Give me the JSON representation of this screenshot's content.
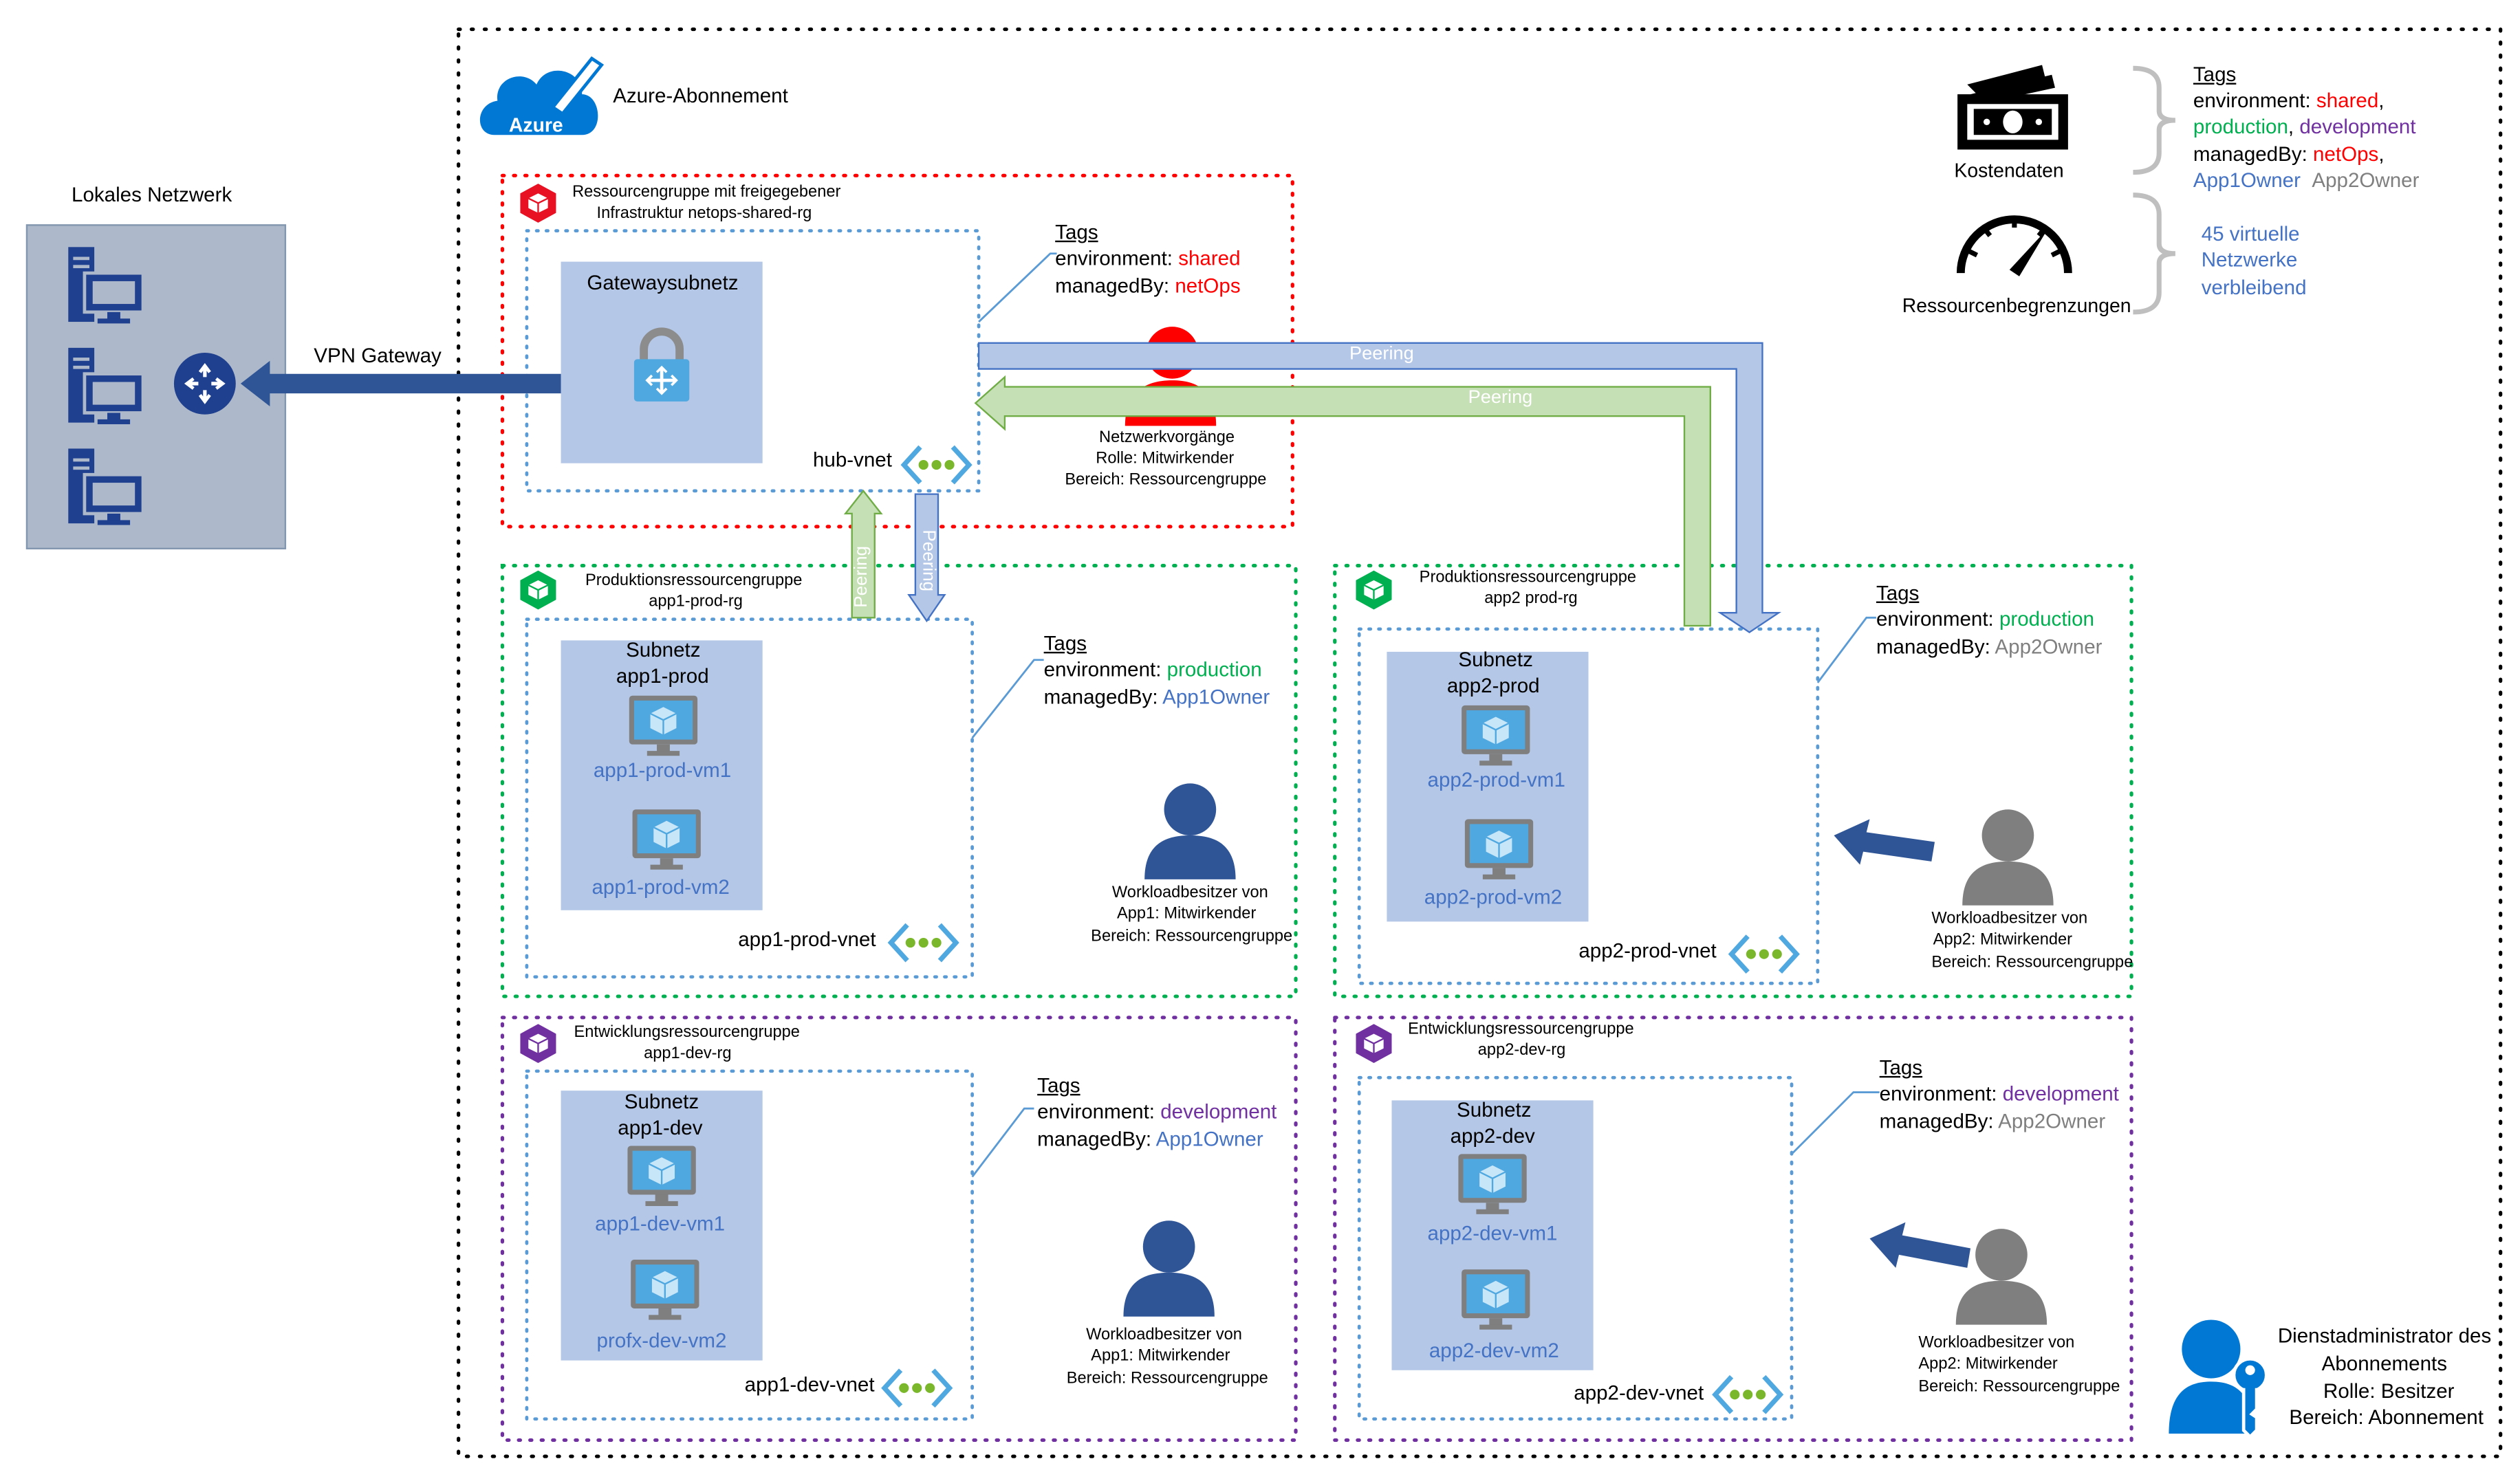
{
  "subscription": {
    "label": "Azure-Abonnement",
    "logo_text": "Azure"
  },
  "onprem": {
    "title": "Lokales Netzwerk"
  },
  "vpn": {
    "label": "VPN Gateway"
  },
  "shared_rg": {
    "line1": "Ressourcengruppe mit freigegebener",
    "line2": "Infrastruktur netops-shared-rg",
    "gateway_subnet": "Gatewaysubnetz",
    "vnet": "hub-vnet",
    "tags": {
      "title": "Tags",
      "env_key": "environment: ",
      "env_val": "shared",
      "owner_key": "managedBy: ",
      "owner_val": "netOps"
    },
    "person": {
      "line1": "Netzwerkvorgänge",
      "line2": "Rolle: Mitwirkender",
      "line3": "Bereich: Ressourcengruppe"
    }
  },
  "peering": {
    "label": "Peering"
  },
  "app1_prod": {
    "line1": "Produktionsressourcengruppe",
    "line2": "app1-prod-rg",
    "subnet1": "Subnetz",
    "subnet2": "app1-prod",
    "vm1": "app1-prod-vm1",
    "vm2": "app1-prod-vm2",
    "vnet": "app1-prod-vnet",
    "tags": {
      "title": "Tags",
      "env_key": "environment: ",
      "env_val": "production",
      "owner_key": "managedBy: ",
      "owner_val": "App1Owner"
    },
    "person": {
      "line1": "Workloadbesitzer von",
      "line2": "App1: Mitwirkender",
      "line3": "Bereich: Ressourcengruppe"
    }
  },
  "app2_prod": {
    "line1": "Produktionsressourcengruppe",
    "line2": "app2 prod-rg",
    "subnet1": "Subnetz",
    "subnet2": "app2-prod",
    "vm1": "app2-prod-vm1",
    "vm2": "app2-prod-vm2",
    "vnet": "app2-prod-vnet",
    "tags": {
      "title": "Tags",
      "env_key": "environment: ",
      "env_val": "production",
      "owner_key": "managedBy: ",
      "owner_val": "App2Owner"
    },
    "person": {
      "line1": "Workloadbesitzer von",
      "line2": "App2: Mitwirkender",
      "line3": "Bereich: Ressourcengruppe"
    }
  },
  "app1_dev": {
    "line1": "Entwicklungsressourcengruppe",
    "line2": "app1-dev-rg",
    "subnet1": "Subnetz",
    "subnet2": "app1-dev",
    "vm1": "app1-dev-vm1",
    "vm2": "profx-dev-vm2",
    "vnet": "app1-dev-vnet",
    "tags": {
      "title": "Tags",
      "env_key": "environment: ",
      "env_val": "development",
      "owner_key": "managedBy: ",
      "owner_val": "App1Owner"
    },
    "person": {
      "line1": "Workloadbesitzer von",
      "line2": "App1: Mitwirkender",
      "line3": "Bereich: Ressourcengruppe"
    }
  },
  "app2_dev": {
    "line1": "Entwicklungsressourcengruppe",
    "line2": "app2-dev-rg",
    "subnet1": "Subnetz",
    "subnet2": "app2-dev",
    "vm1": "app2-dev-vm1",
    "vm2": "app2-dev-vm2",
    "vnet": "app2-dev-vnet",
    "tags": {
      "title": "Tags",
      "env_key": "environment: ",
      "env_val": "development",
      "owner_key": "managedBy: ",
      "owner_val": "App2Owner"
    },
    "person": {
      "line1": "Workloadbesitzer von",
      "line2": "App2: Mitwirkender",
      "line3": "Bereich: Ressourcengruppe"
    }
  },
  "cost": {
    "label": "Kostendaten",
    "tags_title": "Tags",
    "l1_key": "environment: ",
    "l1_v1": "shared",
    "l1_end": ",",
    "l2_v1": "production",
    "l2_sep": ", ",
    "l2_v2": "development",
    "l3_key": "managedBy: ",
    "l3_v1": "netOps",
    "l3_end": ",",
    "l4_v1": "App1Owner",
    "l4_v2": "App2Owner"
  },
  "limits": {
    "label": "Ressourcenbegrenzungen",
    "l1": "45 virtuelle",
    "l2": "Netzwerke",
    "l3": "verbleibend"
  },
  "admin": {
    "l1": "Dienstadministrator des",
    "l2": "Abonnements",
    "l3": "Rolle: Besitzer",
    "l4": "Bereich: Abonnement"
  },
  "colors": {
    "shared": "#ff0000",
    "production": "#00b050",
    "development": "#7030a0",
    "vnet_border": "#5b9bd5",
    "subnet_fill": "#b4c7e7",
    "onprem_fill": "#adb9ca",
    "arrow_blue": "#b4c7e7",
    "arrow_green": "#c5e0b4",
    "person_blue": "#2f5597",
    "person_gray": "#7f7f7f"
  }
}
